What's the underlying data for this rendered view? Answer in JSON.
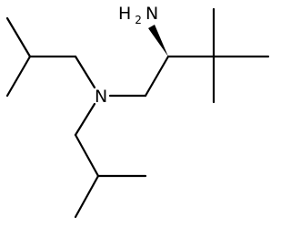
{
  "molecule": {
    "atoms": {
      "nitrogen": "N",
      "amine_main": "H",
      "amine_sub": "2",
      "amine_tail": "N"
    }
  }
}
